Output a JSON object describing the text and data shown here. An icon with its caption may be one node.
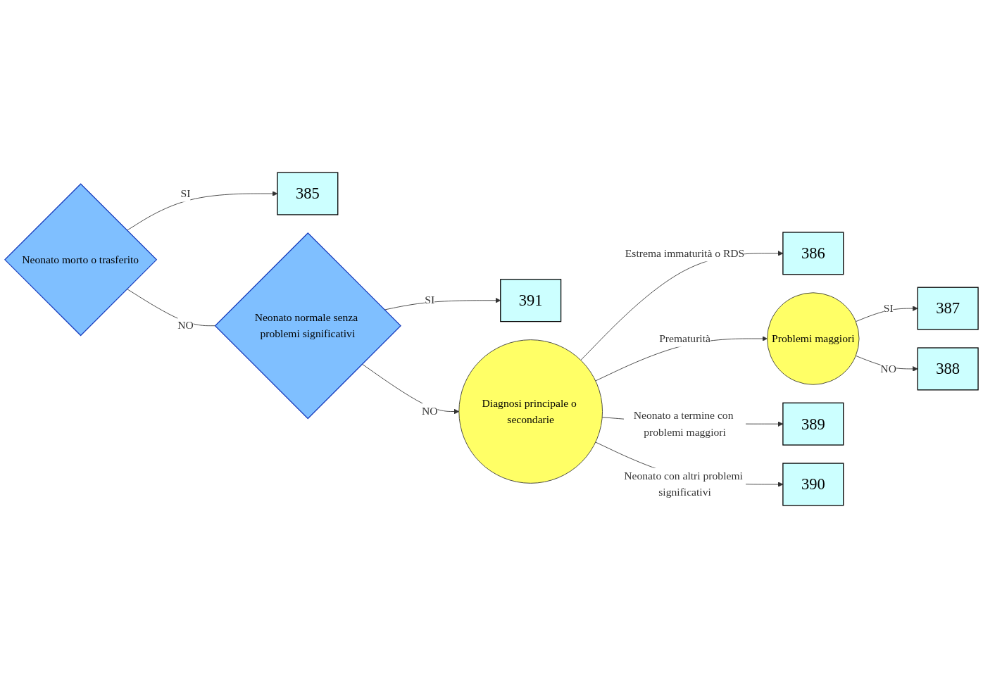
{
  "diagram": {
    "nodes": [
      {
        "text": [
          "Neonato morto o trasferito"
        ]
      },
      {
        "text": [
          "385"
        ]
      },
      {
        "text": [
          "Neonato normale senza problemi significativi"
        ]
      },
      {
        "text": [
          "391"
        ]
      },
      {
        "text": [
          "Diagnosi principale o secondarie"
        ]
      },
      {
        "text": [
          "386"
        ]
      },
      {
        "text": [
          "Problemi maggiori"
        ]
      },
      {
        "text": [
          "387"
        ]
      },
      {
        "text": [
          "388"
        ]
      },
      {
        "text": [
          "389"
        ]
      },
      {
        "text": [
          "390"
        ]
      }
    ],
    "edges": [
      {
        "from": 0,
        "to": 1,
        "arrow": "to",
        "label": "SI"
      },
      {
        "from": 0,
        "to": 2,
        "arrow": "none",
        "label": "NO"
      },
      {
        "from": 2,
        "to": 3,
        "arrow": "to",
        "label": "SI"
      },
      {
        "from": 2,
        "to": 4,
        "arrow": "to",
        "label": "NO"
      },
      {
        "from": 4,
        "to": 5,
        "arrow": "to",
        "label": "Estrema immaturità o RDS"
      },
      {
        "from": 4,
        "to": 6,
        "arrow": "to",
        "label": "Prematurità"
      },
      {
        "from": 6,
        "to": 7,
        "arrow": "to",
        "label": "SI"
      },
      {
        "from": 6,
        "to": 8,
        "arrow": "to",
        "label": "NO"
      },
      {
        "from": 4,
        "to": 9,
        "arrow": "to",
        "label": "Neonato a termine con problemi maggiori"
      },
      {
        "from": 4,
        "to": 10,
        "arrow": "to",
        "label": "Neonato con altri problemi significativi"
      }
    ]
  }
}
